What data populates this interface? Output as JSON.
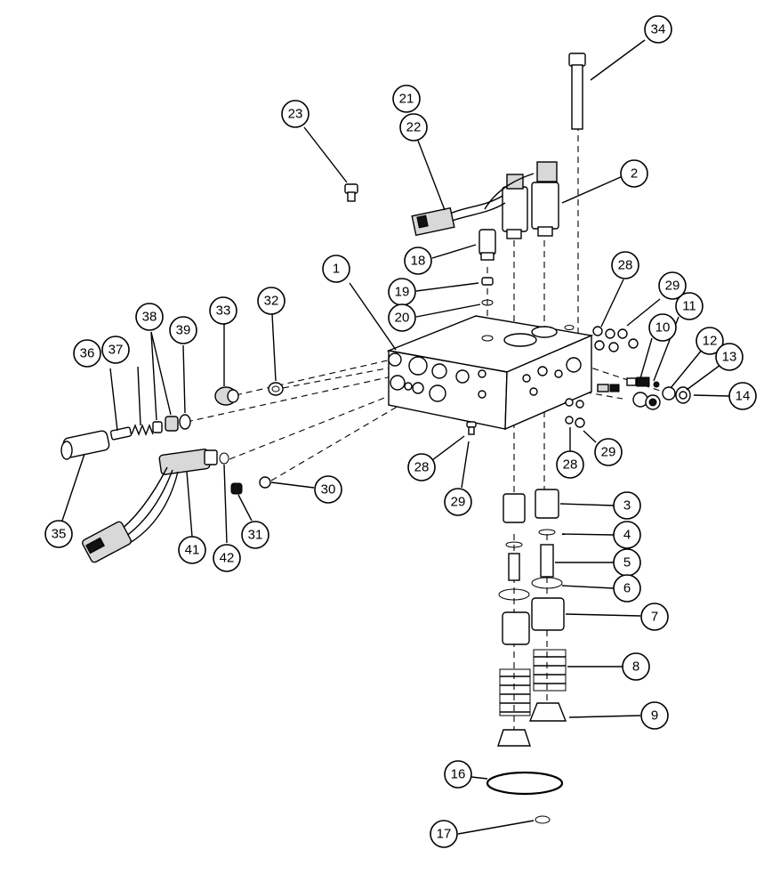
{
  "callouts": [
    {
      "id": "c1",
      "label": "1"
    },
    {
      "id": "c2",
      "label": "2"
    },
    {
      "id": "c3",
      "label": "3"
    },
    {
      "id": "c4",
      "label": "4"
    },
    {
      "id": "c5",
      "label": "5"
    },
    {
      "id": "c6",
      "label": "6"
    },
    {
      "id": "c7",
      "label": "7"
    },
    {
      "id": "c8",
      "label": "8"
    },
    {
      "id": "c9",
      "label": "9"
    },
    {
      "id": "c10",
      "label": "10"
    },
    {
      "id": "c11",
      "label": "11"
    },
    {
      "id": "c12",
      "label": "12"
    },
    {
      "id": "c13",
      "label": "13"
    },
    {
      "id": "c14",
      "label": "14"
    },
    {
      "id": "c16",
      "label": "16"
    },
    {
      "id": "c17",
      "label": "17"
    },
    {
      "id": "c18",
      "label": "18"
    },
    {
      "id": "c19",
      "label": "19"
    },
    {
      "id": "c20",
      "label": "20"
    },
    {
      "id": "c21",
      "label": "21"
    },
    {
      "id": "c22",
      "label": "22"
    },
    {
      "id": "c23",
      "label": "23"
    },
    {
      "id": "c28a",
      "label": "28"
    },
    {
      "id": "c28b",
      "label": "28"
    },
    {
      "id": "c28c",
      "label": "28"
    },
    {
      "id": "c29a",
      "label": "29"
    },
    {
      "id": "c29b",
      "label": "29"
    },
    {
      "id": "c29c",
      "label": "29"
    },
    {
      "id": "c30",
      "label": "30"
    },
    {
      "id": "c31",
      "label": "31"
    },
    {
      "id": "c32",
      "label": "32"
    },
    {
      "id": "c33",
      "label": "33"
    },
    {
      "id": "c34",
      "label": "34"
    },
    {
      "id": "c35",
      "label": "35"
    },
    {
      "id": "c36",
      "label": "36"
    },
    {
      "id": "c37",
      "label": "37"
    },
    {
      "id": "c38",
      "label": "38"
    },
    {
      "id": "c39",
      "label": "39"
    },
    {
      "id": "c41",
      "label": "41"
    },
    {
      "id": "c42",
      "label": "42"
    }
  ]
}
